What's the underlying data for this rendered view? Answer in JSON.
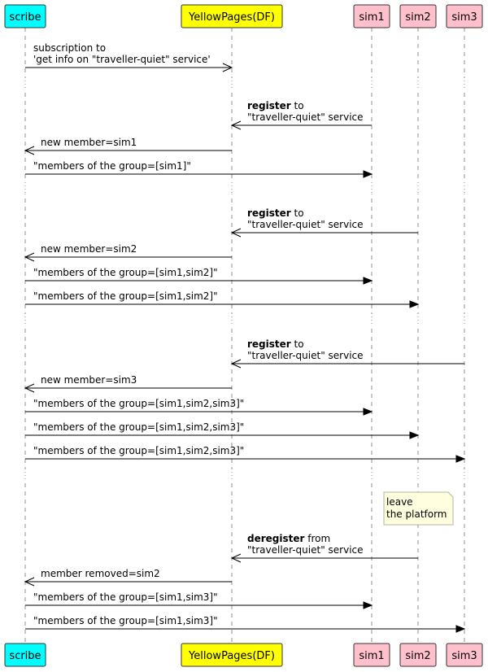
{
  "participants": [
    {
      "id": "scribe",
      "label": "scribe",
      "color": "#00FFFF"
    },
    {
      "id": "yp",
      "label": "YellowPages(DF)",
      "color": "#FFFF00"
    },
    {
      "id": "sim1",
      "label": "sim1",
      "color": "#FFC0CB"
    },
    {
      "id": "sim2",
      "label": "sim2",
      "color": "#FFC0CB"
    },
    {
      "id": "sim3",
      "label": "sim3",
      "color": "#FFC0CB"
    }
  ],
  "messages": [
    {
      "from": "scribe",
      "to": "yp",
      "style": "open",
      "lines": [
        [
          {
            "t": "subscription to"
          }
        ],
        [
          {
            "t": "'get info on \"traveller-quiet\" service'"
          }
        ]
      ]
    },
    {
      "divider": true
    },
    {
      "from": "sim1",
      "to": "yp",
      "style": "open",
      "lines": [
        [
          {
            "t": "register",
            "b": true
          },
          {
            "t": " to"
          }
        ],
        [
          {
            "t": "\"traveller-quiet\" service"
          }
        ]
      ]
    },
    {
      "from": "yp",
      "to": "scribe",
      "style": "open",
      "lines": [
        [
          {
            "t": "new member=sim1"
          }
        ]
      ]
    },
    {
      "from": "scribe",
      "to": "sim1",
      "style": "filled",
      "lines": [
        [
          {
            "t": "\"members of the group=[sim1]\""
          }
        ]
      ]
    },
    {
      "divider": true
    },
    {
      "from": "sim2",
      "to": "yp",
      "style": "open",
      "lines": [
        [
          {
            "t": "register",
            "b": true
          },
          {
            "t": " to"
          }
        ],
        [
          {
            "t": "\"traveller-quiet\" service"
          }
        ]
      ]
    },
    {
      "from": "yp",
      "to": "scribe",
      "style": "open",
      "lines": [
        [
          {
            "t": "new member=sim2"
          }
        ]
      ]
    },
    {
      "from": "scribe",
      "to": "sim1",
      "style": "filled",
      "lines": [
        [
          {
            "t": "\"members of the group=[sim1,sim2]\""
          }
        ]
      ]
    },
    {
      "from": "scribe",
      "to": "sim2",
      "style": "filled",
      "lines": [
        [
          {
            "t": "\"members of the group=[sim1,sim2]\""
          }
        ]
      ]
    },
    {
      "divider": true
    },
    {
      "from": "sim3",
      "to": "yp",
      "style": "open",
      "lines": [
        [
          {
            "t": "register",
            "b": true
          },
          {
            "t": " to"
          }
        ],
        [
          {
            "t": "\"traveller-quiet\" service"
          }
        ]
      ]
    },
    {
      "from": "yp",
      "to": "scribe",
      "style": "open",
      "lines": [
        [
          {
            "t": "new member=sim3"
          }
        ]
      ]
    },
    {
      "from": "scribe",
      "to": "sim1",
      "style": "filled",
      "lines": [
        [
          {
            "t": "\"members of the group=[sim1,sim2,sim3]\""
          }
        ]
      ]
    },
    {
      "from": "scribe",
      "to": "sim2",
      "style": "filled",
      "lines": [
        [
          {
            "t": "\"members of the group=[sim1,sim2,sim3]\""
          }
        ]
      ]
    },
    {
      "from": "scribe",
      "to": "sim3",
      "style": "filled",
      "lines": [
        [
          {
            "t": "\"members of the group=[sim1,sim2,sim3]\""
          }
        ]
      ]
    },
    {
      "divider": true
    },
    {
      "note": true,
      "over": "sim2",
      "lines": [
        "leave",
        "the platform"
      ]
    },
    {
      "from": "sim2",
      "to": "yp",
      "style": "open",
      "lines": [
        [
          {
            "t": "deregister",
            "b": true
          },
          {
            "t": " from"
          }
        ],
        [
          {
            "t": "\"traveller-quiet\" service"
          }
        ]
      ]
    },
    {
      "from": "yp",
      "to": "scribe",
      "style": "open",
      "lines": [
        [
          {
            "t": "member removed=sim2"
          }
        ]
      ]
    },
    {
      "from": "scribe",
      "to": "sim1",
      "style": "filled",
      "lines": [
        [
          {
            "t": "\"members of the group=[sim1,sim3]\""
          }
        ]
      ]
    },
    {
      "from": "scribe",
      "to": "sim3",
      "style": "filled",
      "lines": [
        [
          {
            "t": "\"members of the group=[sim1,sim3]\""
          }
        ]
      ]
    }
  ],
  "note_color": "#FFFFE0"
}
